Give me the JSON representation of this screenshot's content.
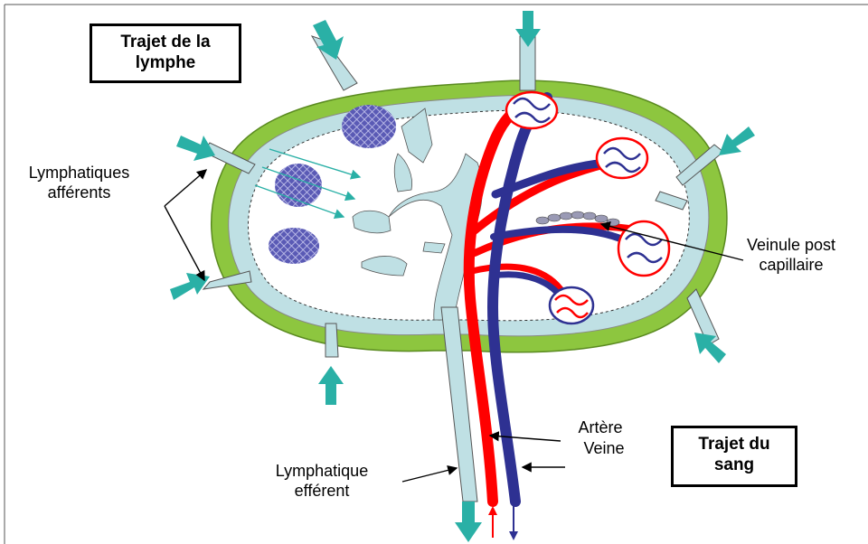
{
  "title_lymph": [
    "Trajet de la",
    "lymphe"
  ],
  "title_blood": [
    "Trajet du",
    "sang"
  ],
  "labels": {
    "afferent": [
      "Lymphatiques",
      "afférents"
    ],
    "efferent": [
      "Lymphatique",
      "efférent"
    ],
    "artery": "Artère",
    "vein": "Veine",
    "venule": [
      "Veinule post",
      "capillaire"
    ]
  },
  "colors": {
    "capsule": "#8dc63f",
    "lymph": "#bfe0e4",
    "artery": "#ff0000",
    "vein": "#2e3192",
    "arrow": "#2ab0a6",
    "follicle": "#3d3d9e"
  }
}
